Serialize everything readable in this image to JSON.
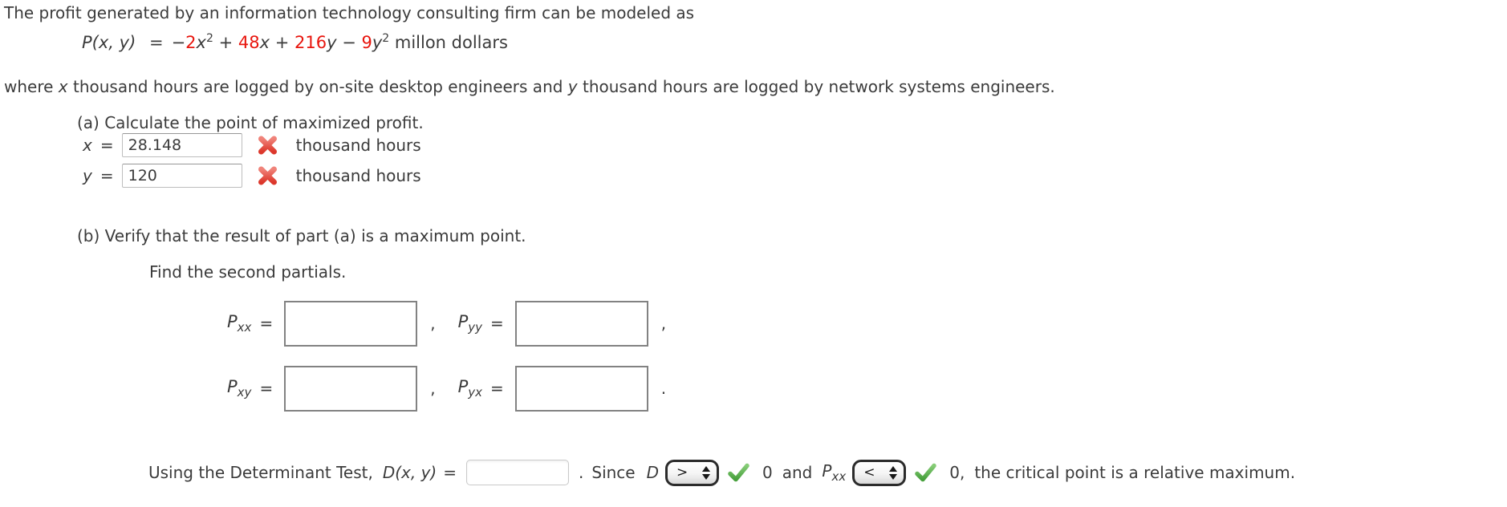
{
  "colors": {
    "text": "#3b3b3b",
    "formula_red": "#e8150d",
    "error_red": "#dc372b",
    "success_green": "#47a03c"
  },
  "icons": {
    "incorrect": "x-mark-icon (red cross)",
    "correct": "check-icon (green check)",
    "select_spinner": "up-down-arrows-icon"
  },
  "intro": "The profit generated by an information technology consulting firm can be modeled as",
  "formula": {
    "lhs": "P(x, y)",
    "eq": "=",
    "neg": "−",
    "coef1": "2",
    "var1": "x",
    "sup1": "2",
    "plus1": " + ",
    "coef2": "48",
    "var2": "x",
    "plus2": " + ",
    "coef3": "216",
    "var3": "y",
    "minus": " − ",
    "coef4": "9",
    "var4": "y",
    "sup2": "2",
    "unit": " millon dollars"
  },
  "where": {
    "w1": "where ",
    "v1": "x",
    "w2": " thousand hours are logged by on-site desktop engineers and ",
    "v2": "y",
    "w3": " thousand hours are logged by network systems engineers."
  },
  "part_a": {
    "title": "(a) Calculate the point of maximized profit.",
    "x_row": {
      "var": "x",
      "eq": "=",
      "value": "28.148",
      "unit": "thousand hours"
    },
    "y_row": {
      "var": "y",
      "eq": "=",
      "value": "120",
      "unit": "thousand hours"
    }
  },
  "part_b": {
    "title": "(b) Verify that the result of part (a) is a maximum point.",
    "subtitle": "Find the second partials.",
    "pxx": {
      "p": "P",
      "sub": "xx",
      "eq": "=",
      "value": "",
      "sep": ","
    },
    "pyy": {
      "p": "P",
      "sub": "yy",
      "eq": "=",
      "value": "",
      "sep": ","
    },
    "pxy": {
      "p": "P",
      "sub": "xy",
      "eq": "=",
      "value": "",
      "sep": ","
    },
    "pyx": {
      "p": "P",
      "sub": "yx",
      "eq": "=",
      "value": "",
      "sep": "."
    }
  },
  "determinant": {
    "lead": "Using the Determinant Test,",
    "func": "D(x, y)",
    "eq": "=",
    "value": "",
    "period": ".",
    "since": "Since",
    "d_var": "D",
    "d_selected": ">",
    "zero1": "0",
    "and": "and",
    "p_var": "P",
    "p_sub": "xx",
    "p_selected": "<",
    "zero2": "0,",
    "tail": "the critical point is a relative maximum."
  }
}
